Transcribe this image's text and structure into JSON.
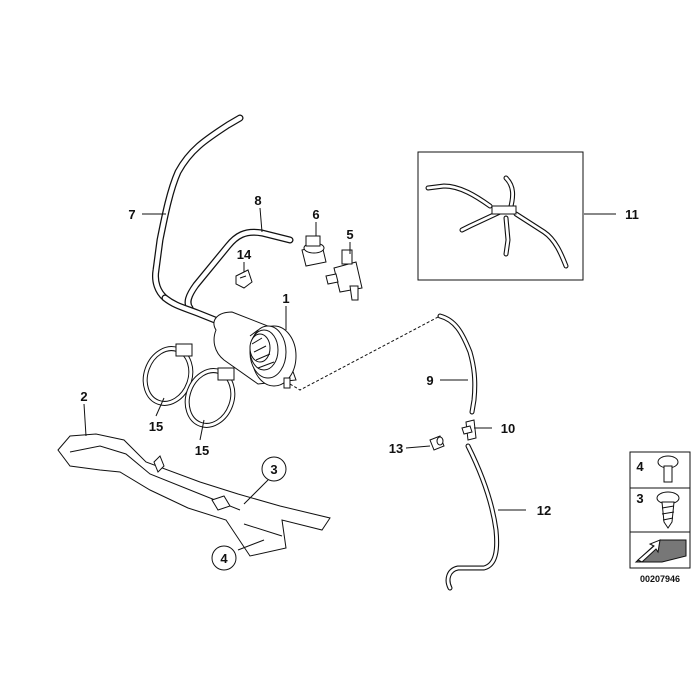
{
  "callouts": {
    "c1": "1",
    "c2": "2",
    "c3": "3",
    "c4": "4",
    "c5": "5",
    "c6": "6",
    "c7": "7",
    "c8": "8",
    "c9": "9",
    "c10": "10",
    "c11": "11",
    "c12": "12",
    "c13": "13",
    "c14": "14",
    "c15a": "15",
    "c15b": "15"
  },
  "legend": {
    "item_top": "4",
    "item_bottom": "3"
  },
  "reference_number": "00207946"
}
